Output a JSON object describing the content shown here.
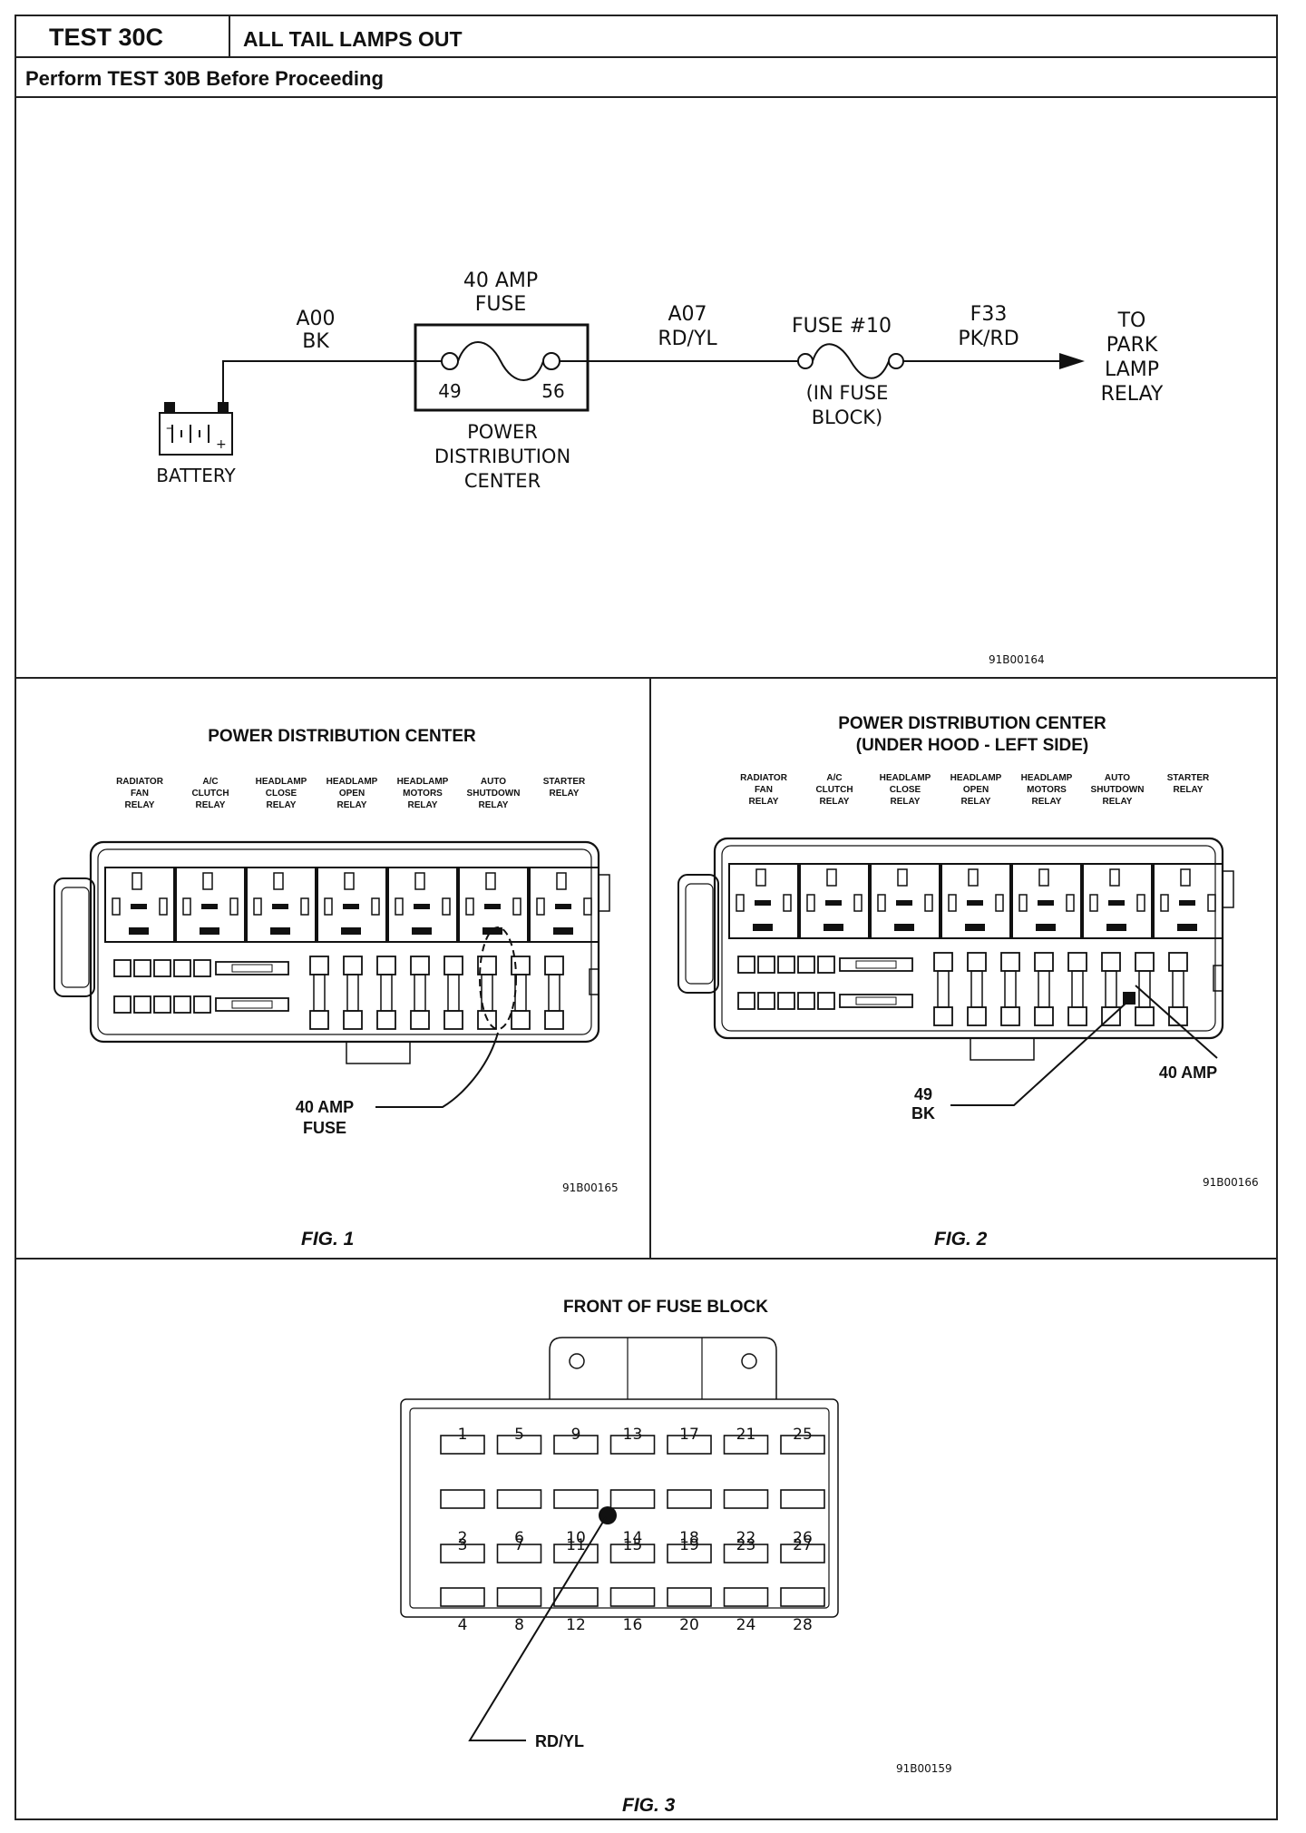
{
  "header": {
    "test_id": "TEST 30C",
    "title": "ALL TAIL LAMPS OUT",
    "subtitle": "Perform TEST 30B Before Proceeding"
  },
  "schematic": {
    "battery_label": "BATTERY",
    "wire1": [
      "A00",
      "BK"
    ],
    "pdc_fuse": [
      "40 AMP",
      "FUSE"
    ],
    "pdc_terminals": [
      "49",
      "56"
    ],
    "pdc_label": [
      "POWER",
      "DISTRIBUTION",
      "CENTER"
    ],
    "wire2": [
      "A07",
      "RD/YL"
    ],
    "fuse10": "FUSE #10",
    "fuse10_note": [
      "(IN FUSE",
      "BLOCK)"
    ],
    "wire3": [
      "F33",
      "PK/RD"
    ],
    "destination": [
      "TO",
      "PARK",
      "LAMP",
      "RELAY"
    ],
    "code": "91B00164"
  },
  "fig1": {
    "title": "POWER DISTRIBUTION CENTER",
    "relays": [
      [
        "RADIATOR",
        "FAN",
        "RELAY"
      ],
      [
        "A/C",
        "CLUTCH",
        "RELAY"
      ],
      [
        "HEADLAMP",
        "CLOSE",
        "RELAY"
      ],
      [
        "HEADLAMP",
        "OPEN",
        "RELAY"
      ],
      [
        "HEADLAMP",
        "MOTORS",
        "RELAY"
      ],
      [
        "AUTO",
        "SHUTDOWN",
        "RELAY"
      ],
      [
        "STARTER",
        "RELAY",
        ""
      ]
    ],
    "callout": [
      "40 AMP",
      "FUSE"
    ],
    "code": "91B00165",
    "caption": "FIG. 1"
  },
  "fig2": {
    "title": [
      "POWER DISTRIBUTION CENTER",
      "(UNDER HOOD - LEFT SIDE)"
    ],
    "callout_right": "40 AMP",
    "callout_left": [
      "49",
      "BK"
    ],
    "code": "91B00166",
    "caption": "FIG. 2"
  },
  "fig3": {
    "title": "FRONT OF FUSE BLOCK",
    "callout": "RD/YL",
    "code": "91B00159",
    "caption": "FIG. 3",
    "columns": [
      {
        "top": [
          "1",
          "2"
        ],
        "bottom": [
          "3",
          "4"
        ]
      },
      {
        "top": [
          "5",
          "6"
        ],
        "bottom": [
          "7",
          "8"
        ]
      },
      {
        "top": [
          "9",
          "10"
        ],
        "bottom": [
          "11",
          "12"
        ]
      },
      {
        "top": [
          "13",
          "14"
        ],
        "bottom": [
          "15",
          "16"
        ]
      },
      {
        "top": [
          "17",
          "18"
        ],
        "bottom": [
          "19",
          "20"
        ]
      },
      {
        "top": [
          "21",
          "22"
        ],
        "bottom": [
          "23",
          "24"
        ]
      },
      {
        "top": [
          "25",
          "26"
        ],
        "bottom": [
          "27",
          "28"
        ]
      }
    ]
  }
}
